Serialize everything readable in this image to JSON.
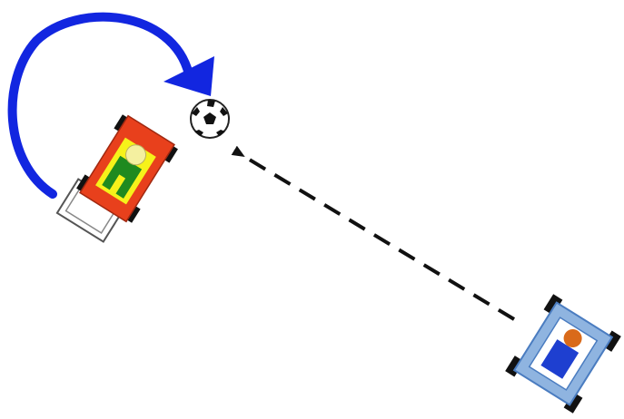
{
  "scene": {
    "background": "#ffffff",
    "elements": [
      {
        "id": "red-kart",
        "kind": "kart",
        "body_color": "#e8401c",
        "seat_color": "#f6f21a",
        "driver_color": "#1f8a1f",
        "head_color": "#f4f0a0",
        "wheel_color": "#111111"
      },
      {
        "id": "red-kart-ghost",
        "kind": "kart-outline",
        "stroke_color": "#555555"
      },
      {
        "id": "blue-kart",
        "kind": "kart",
        "body_color": "#8fb4e0",
        "frame_color": "#4a7cc0",
        "driver_color": "#1e3fd0",
        "head_color": "#d96a1a",
        "wheel_color": "#111111"
      },
      {
        "id": "ball",
        "kind": "soccer-ball",
        "color": "#111111"
      },
      {
        "id": "turn-arrow",
        "kind": "curved-arrow",
        "color": "#1226e0"
      },
      {
        "id": "pass-arrow",
        "kind": "dashed-arrow",
        "color": "#111111"
      }
    ]
  }
}
